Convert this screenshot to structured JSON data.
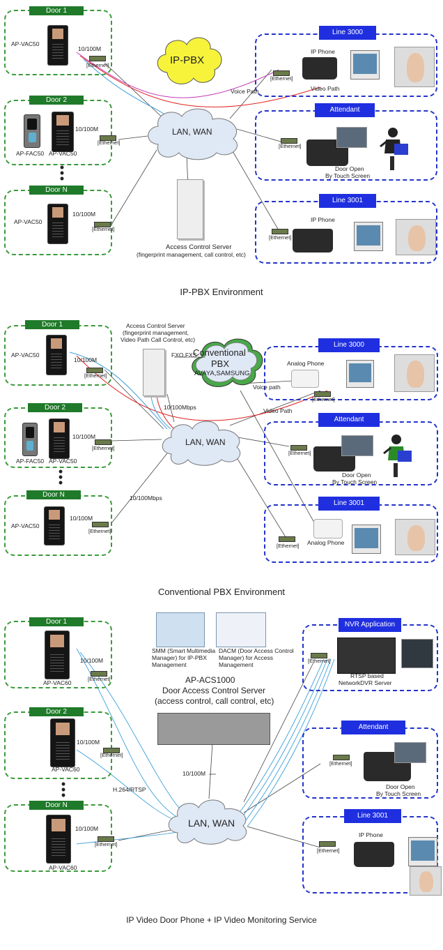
{
  "s1": {
    "title": "IP-PBX Environment",
    "pbx": "IP-PBX",
    "lan": "LAN, WAN",
    "door1": {
      "tag": "Door 1",
      "dev": "AP-VAC50",
      "speed": "10/100M",
      "eth": "[Ethernet]"
    },
    "door2": {
      "tag": "Door 2",
      "fac": "AP-FAC50",
      "dev": "AP-VAC50",
      "speed": "10/100M",
      "eth": "[Ethernet]"
    },
    "doorN": {
      "tag": "Door N",
      "dev": "AP-VAC50",
      "speed": "10/100M",
      "eth": "[Ethernet]"
    },
    "line3000": {
      "tag": "Line 3000",
      "phone": "IP Phone",
      "eth": "[Ethernet]",
      "video": "Video Path"
    },
    "voice": "Voice Path",
    "attendant": {
      "tag": "Attendant",
      "eth": "[Ethernet]",
      "door1": "Door Open",
      "door2": "By Touch Screen"
    },
    "line3001": {
      "tag": "Line 3001",
      "phone": "IP Phone",
      "eth": "[Ethernet]"
    },
    "acs": {
      "l1": "Access Control Server",
      "l2": "(fingerprint management, call control, etc)"
    }
  },
  "s2": {
    "title": "Conventional PBX Environment",
    "acs": {
      "l1": "Access Control Server",
      "l2": "(fingerprint management,",
      "l3": "Video Path Call Control, etc)"
    },
    "pbx1": "Conventional",
    "pbx2": "PBX",
    "pbx3": "AVAYA,SAMSUNG",
    "fxo": "FXO,FXS",
    "lan": "LAN, WAN",
    "mbps1": "10/100Mbps",
    "mbps2": "10/100Mbps",
    "door1": {
      "tag": "Door 1",
      "dev": "AP-VAC50",
      "speed": "10/100M",
      "eth": "[Ethernet]"
    },
    "door2": {
      "tag": "Door 2",
      "fac": "AP-FAC50",
      "dev": "AP-VAC50",
      "speed": "10/100M",
      "eth": "[Ethernet]"
    },
    "doorN": {
      "tag": "Door N",
      "dev": "AP-VAC50",
      "speed": "10/100M",
      "eth": "[Ethernet]"
    },
    "line3000": {
      "tag": "Line 3000",
      "phone": "Analog Phone",
      "voice": "Voice path",
      "eth": "[Ethernet]",
      "video": "Video Path"
    },
    "attendant": {
      "tag": "Attendant",
      "eth": "[Ethernet]",
      "door1": "Door Open",
      "door2": "By Touch Screen"
    },
    "line3001": {
      "tag": "Line 3001",
      "phone": "Analog Phone",
      "eth": "[Ethernet]"
    }
  },
  "s3": {
    "title": "IP Video Door Phone + IP Video Monitoring Service",
    "smm": {
      "l1": "SMM (Smart Multimedia",
      "l2": "Manager) for IP-PBX",
      "l3": "Management"
    },
    "dacm": {
      "l1": "DACM (Door Access Control",
      "l2": "Manager) for Access",
      "l3": "Management"
    },
    "acs": {
      "l1": "AP-ACS1000",
      "l2": "Door Access Control Server",
      "l3": "(access control, call control, etc)"
    },
    "mbps": "10/100M",
    "h264": "H.264/RTSP",
    "lan": "LAN, WAN",
    "door1": {
      "tag": "Door 1",
      "dev": "AP-VAC60",
      "speed": "10/100M",
      "eth": "[Ethernet]"
    },
    "door2": {
      "tag": "Door 2",
      "dev": "AP-VAC60",
      "speed": "10/100M",
      "eth": "[Ethernet]"
    },
    "doorN": {
      "tag": "Door N",
      "dev": "AP-VAC60",
      "speed": "10/100M",
      "eth": "[Ethernet]"
    },
    "nvr": {
      "tag": "NVR Application",
      "eth": "[Ethernet]",
      "l1": "RTSP based",
      "l2": "NetworkDVR Server"
    },
    "attendant": {
      "tag": "Attendant",
      "eth": "[Ethernet]",
      "door1": "Door Open",
      "door2": "By Touch Screen"
    },
    "line3001": {
      "tag": "Line 3001",
      "phone": "IP Phone",
      "eth": "[Ethernet]"
    }
  },
  "colors": {
    "green": "#3a9a3a",
    "blue": "#2233cc",
    "pbx_yellow": "#f7f33a",
    "cloud": "#dfe8f5"
  }
}
